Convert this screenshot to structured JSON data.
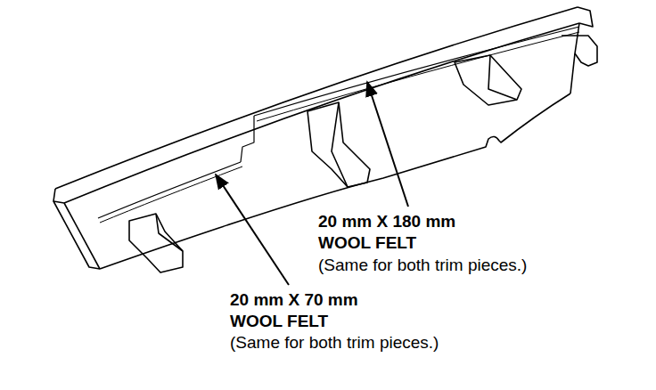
{
  "diagram": {
    "labels": [
      "20 mm X 180 mm",
      "WOOL FELT",
      "(Same for both trim pieces.)",
      "20 mm X 70 mm",
      "WOOL FELT",
      "(Same for both trim pieces.)"
    ]
  }
}
